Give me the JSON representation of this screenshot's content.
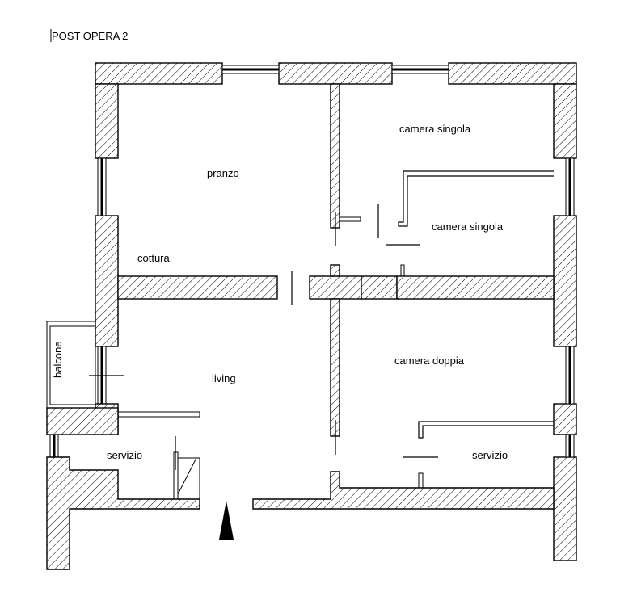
{
  "title": "POST OPERA 2",
  "rooms": {
    "camera_singola_1": "camera singola",
    "camera_singola_2": "camera singola",
    "pranzo": "pranzo",
    "cottura": "cottura",
    "living": "living",
    "camera_doppia": "camera doppia",
    "servizio_left": "servizio",
    "servizio_right": "servizio",
    "balcone": "balcone"
  }
}
